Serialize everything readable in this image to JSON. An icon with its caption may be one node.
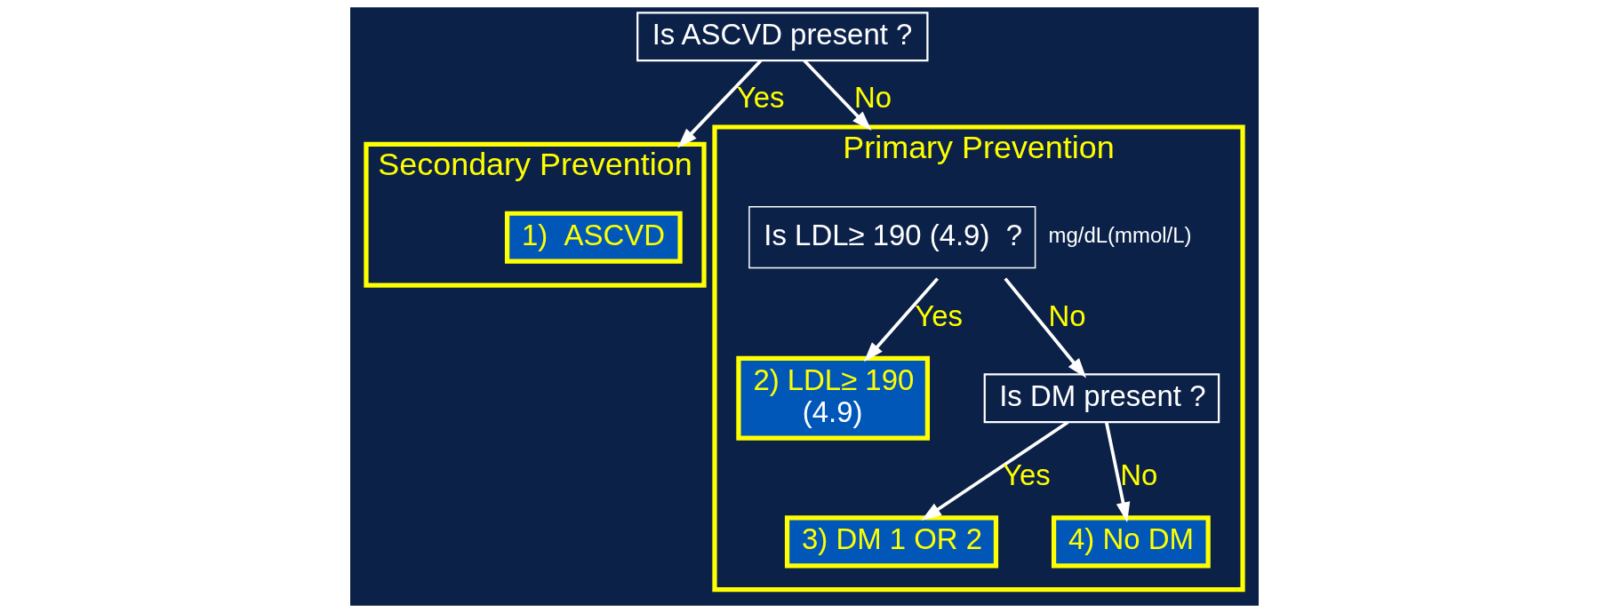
{
  "diagram": {
    "nodes": [
      {
        "text": [
          "Is ASCVD present ?"
        ]
      },
      {
        "text": [
          "Secondary Prevention"
        ]
      },
      {
        "text": [
          "1)  ASCVD"
        ],
        "in": 1
      },
      {
        "text": [
          "Primary Prevention"
        ]
      },
      {
        "text": [
          "Is LDL≥ 190 (4.9)  ?"
        ],
        "in": 3,
        "beside": [
          "mg/dL(mmol/L)"
        ]
      },
      {
        "text": [
          "2) LDL≥ 190",
          "(4.9)"
        ],
        "in": 3
      },
      {
        "text": [
          "Is DM present ?"
        ],
        "in": 3
      },
      {
        "text": [
          "3) DM 1 OR 2"
        ],
        "in": 3
      },
      {
        "text": [
          "4) No DM"
        ],
        "in": 3
      }
    ],
    "edges": [
      {
        "from": 0,
        "to": 1,
        "arrow": "to",
        "label": "Yes"
      },
      {
        "from": 0,
        "to": 3,
        "arrow": "to",
        "label": "No"
      },
      {
        "from": 4,
        "to": 5,
        "arrow": "to",
        "label": "Yes"
      },
      {
        "from": 4,
        "to": 6,
        "arrow": "to",
        "label": "No"
      },
      {
        "from": 6,
        "to": 7,
        "arrow": "to",
        "label": "Yes"
      },
      {
        "from": 6,
        "to": 8,
        "arrow": "to",
        "label": "No"
      }
    ]
  }
}
